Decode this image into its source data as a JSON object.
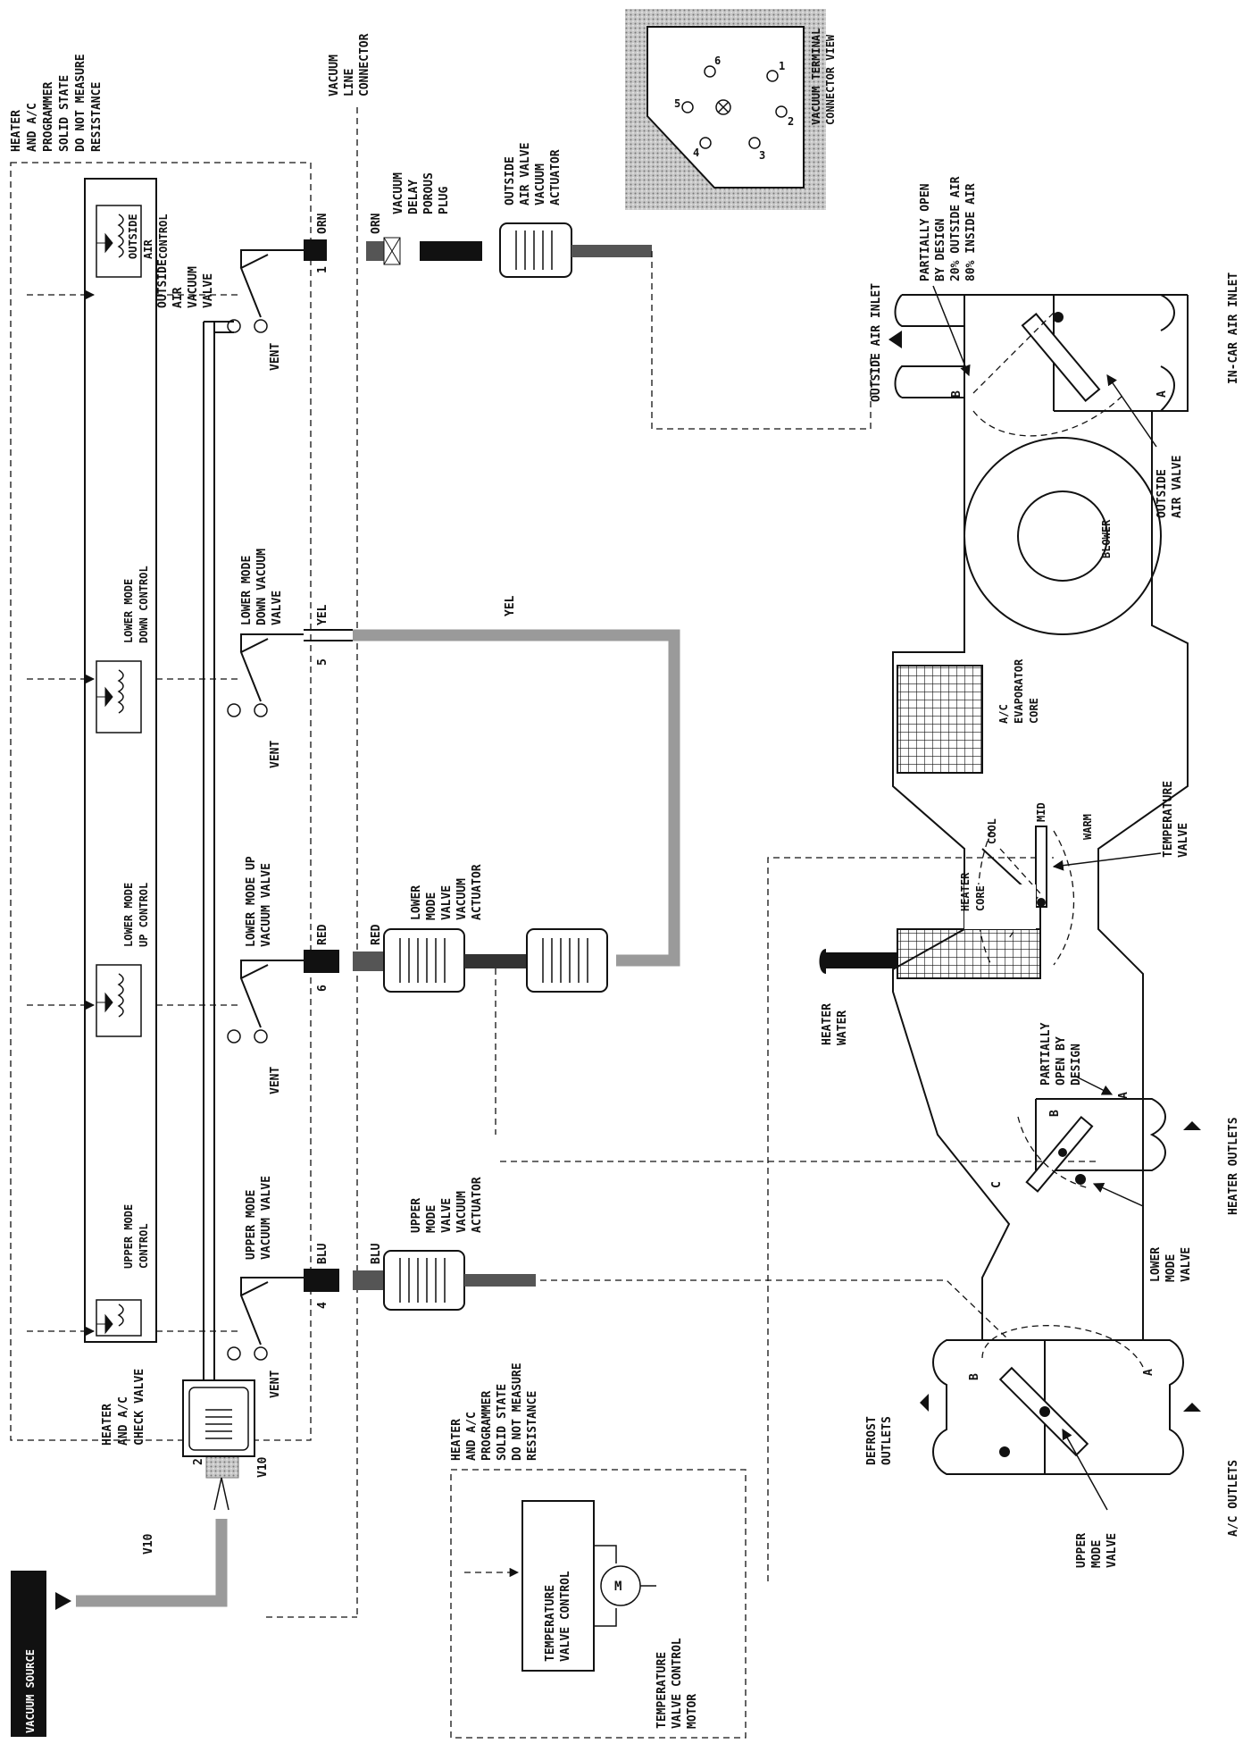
{
  "labels": {
    "vacuum_source": "VACUUM SOURCE",
    "v10_a": "V10",
    "v10_b": "V10",
    "port_2": "2",
    "check_valve": [
      "HEATER",
      "AND A/C",
      "CHECK VALVE"
    ],
    "programmer_top": [
      "HEATER",
      "AND A/C",
      "PROGRAMMER",
      "SOLID STATE",
      "DO NOT MEASURE",
      "RESISTANCE"
    ],
    "programmer_bottom": [
      "HEATER",
      "AND A/C",
      "PROGRAMMER",
      "SOLID STATE",
      "DO NOT MEASURE",
      "RESISTANCE"
    ],
    "vacuum_line_connector": [
      "VACUUM",
      "LINE",
      "CONNECTOR"
    ],
    "terminal_view": [
      "VACUUM TERMINAL",
      "CONNECTOR VIEW"
    ],
    "terminal_numbers": [
      "1",
      "2",
      "3",
      "4",
      "5",
      "6"
    ],
    "controls": {
      "outside_air": [
        "OUTSIDE",
        "AIR",
        "CONTROL"
      ],
      "lower_down": [
        "LOWER MODE",
        "DOWN CONTROL"
      ],
      "lower_up": [
        "LOWER MODE",
        "UP CONTROL"
      ],
      "upper": [
        "UPPER MODE",
        "CONTROL"
      ]
    },
    "valves": {
      "outside_air": [
        "OUTSIDE",
        "AIR",
        "VACUUM",
        "VALVE"
      ],
      "lower_down": [
        "LOWER MODE",
        "DOWN VACUUM",
        "VALVE"
      ],
      "lower_up": [
        "LOWER MODE UP",
        "VACUUM VALVE"
      ],
      "upper": [
        "UPPER MODE",
        "VACUUM VALVE"
      ]
    },
    "vent": "VENT",
    "ports": [
      {
        "num": "1",
        "color": "ORN"
      },
      {
        "num": "5",
        "color": "YEL"
      },
      {
        "num": "6",
        "color": "RED"
      },
      {
        "num": "4",
        "color": "BLU"
      }
    ],
    "orn_b": "ORN",
    "red_b": "RED",
    "blu_b": "BLU",
    "yel_hose": "YEL",
    "delay_plug": [
      "VACUUM",
      "DELAY",
      "POROUS",
      "PLUG"
    ],
    "oa_actuator": [
      "OUTSIDE",
      "AIR VALVE",
      "VACUUM",
      "ACTUATOR"
    ],
    "lower_actuator": [
      "LOWER",
      "MODE",
      "VALVE",
      "VACUUM",
      "ACTUATOR"
    ],
    "upper_actuator": [
      "UPPER",
      "MODE",
      "VALVE",
      "VACUUM",
      "ACTUATOR"
    ],
    "temp_control": [
      "TEMPERATURE",
      "VALVE CONTROL"
    ],
    "motor_m": "M",
    "temp_motor": [
      "TEMPERATURE",
      "VALVE CONTROL",
      "MOTOR"
    ],
    "outside_air_inlet": "OUTSIDE AIR INLET",
    "in_car_air_inlet": "IN-CAR AIR INLET",
    "partially_open_top": [
      "PARTIALLY OPEN",
      "BY DESIGN",
      "20% OUTSIDE AIR",
      "80% INSIDE AIR"
    ],
    "outside_air_valve": [
      "OUTSIDE",
      "AIR VALVE"
    ],
    "blower": "BLOWER",
    "evaporator": [
      "A/C",
      "EVAPORATOR",
      "CORE"
    ],
    "cool": "COOL",
    "mid": "MID",
    "warm": "WARM",
    "temperature_valve": [
      "TEMPERATURE",
      "VALVE"
    ],
    "heater_core": [
      "HEATER",
      "CORE"
    ],
    "heater_water": [
      "HEATER",
      "WATER"
    ],
    "partially_open_mid": [
      "PARTIALLY",
      "OPEN BY",
      "DESIGN"
    ],
    "heater_outlets": "HEATER OUTLETS",
    "lower_mode_valve": [
      "LOWER",
      "MODE",
      "VALVE"
    ],
    "defrost_outlets": [
      "DEFROST",
      "OUTLETS"
    ],
    "ac_outlets": "A/C OUTLETS",
    "upper_mode_valve": [
      "UPPER",
      "MODE",
      "VALVE"
    ],
    "a": "A",
    "b": "B",
    "c": "C"
  },
  "colors": {
    "hose": "#9a9a9a",
    "ink": "#111111",
    "stipple": "#bdbdbd"
  }
}
